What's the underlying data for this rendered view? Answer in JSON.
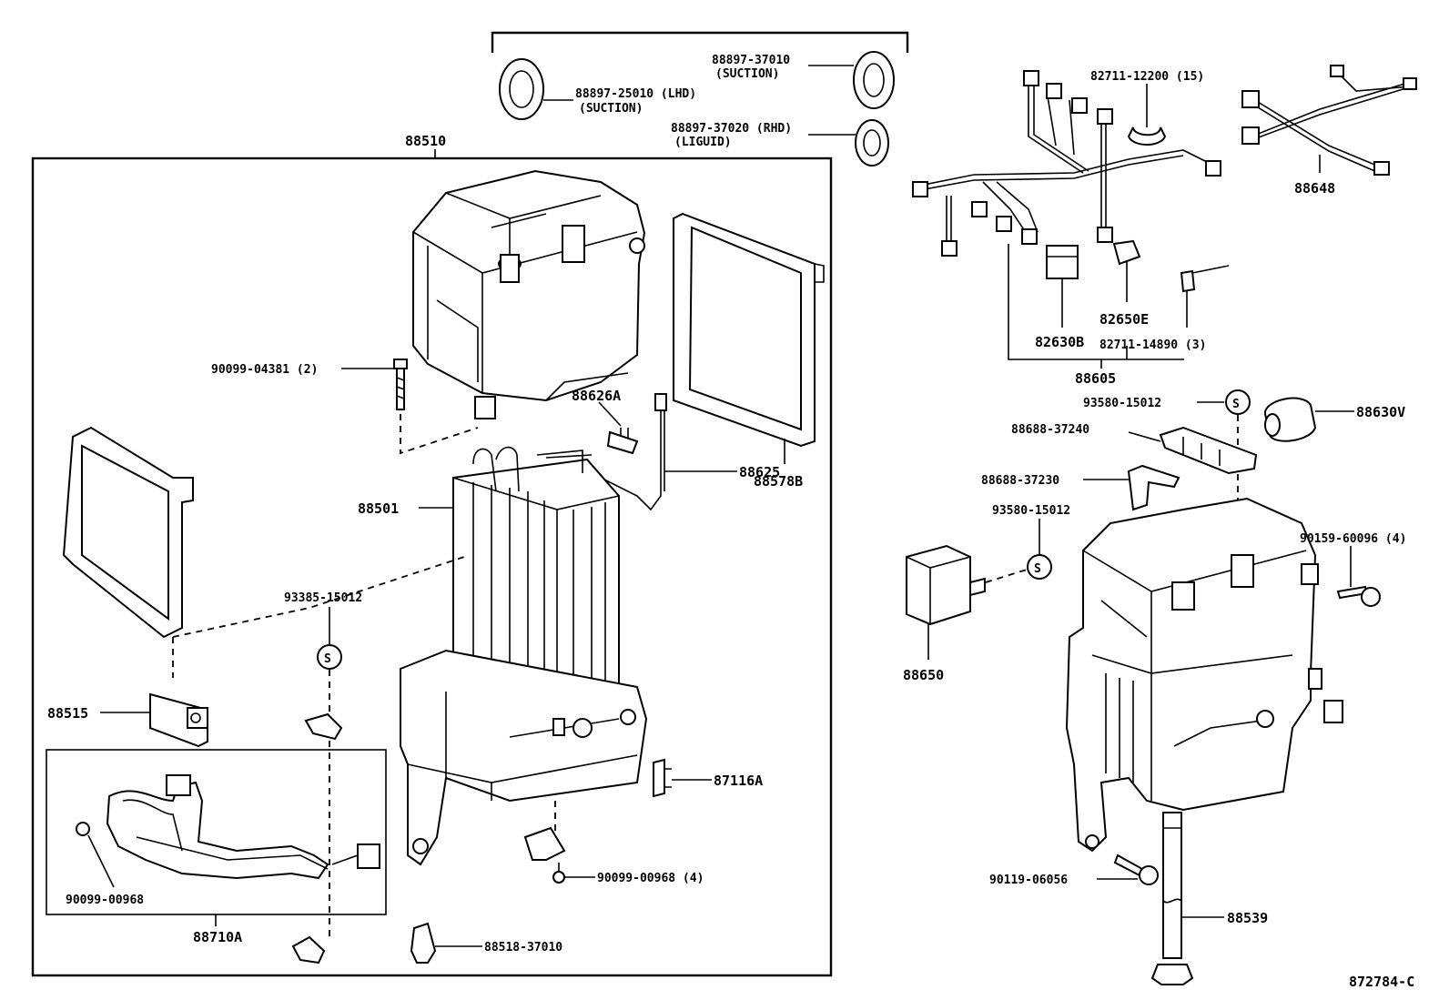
{
  "diagram_id": "872784-C",
  "group_label": "88510",
  "labels": {
    "p88897_25010": "88897-25010 (LHD)",
    "p88897_25010_sub": "(SUCTION)",
    "p88897_37010": "88897-37010",
    "p88897_37010_sub": "(SUCTION)",
    "p88897_37020": "88897-37020 (RHD)",
    "p88897_37020_sub": "(LIGUID)",
    "p90099_04381": "90099-04381 (2)",
    "p88626A": "88626A",
    "p88625": "88625",
    "p88578B": "88578B",
    "p88501": "88501",
    "p93385_15012": "93385-15012",
    "p88515": "88515",
    "p87116A": "87116A",
    "p90099_00968_4": "90099-00968 (4)",
    "p90099_00968": "90099-00968",
    "p88710A": "88710A",
    "p88518_37010": "88518-37010",
    "p82711_12200": "82711-12200 (15)",
    "p88648": "88648",
    "p82630B": "82630B",
    "p82650E": "82650E",
    "p82711_14890": "82711-14890 (3)",
    "p88605": "88605",
    "p93580_15012_a": "93580-15012",
    "p88630V": "88630V",
    "p88688_37240": "88688-37240",
    "p88688_37230": "88688-37230",
    "p93580_15012_b": "93580-15012",
    "p90159_60096": "90159-60096 (4)",
    "p88650": "88650",
    "p90119_06056": "90119-06056",
    "p88539": "88539"
  },
  "symbols": {
    "s_mark": "S"
  }
}
